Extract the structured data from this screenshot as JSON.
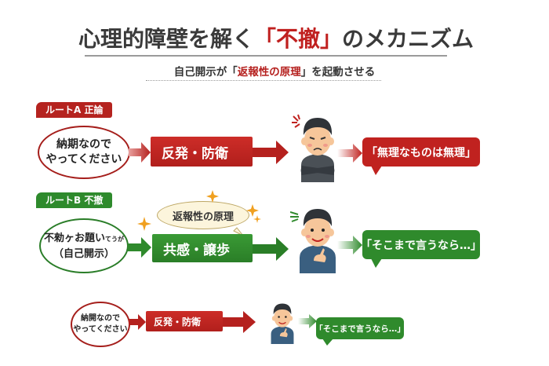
{
  "title": {
    "prefix": "心理的障壁を解く",
    "highlight": "「不撤」",
    "suffix": "のメカニズム"
  },
  "subtitle": {
    "prefix": "自己開示が「",
    "highlight": "返報性の原理",
    "suffix": "」を起動させる"
  },
  "colors": {
    "red": "#c0221f",
    "green": "#2f8a2c",
    "title_text": "#3a3a3a"
  },
  "route_a": {
    "tag": "ルートA 正論",
    "request_line1": "納期なので",
    "request_line2": "やってください",
    "reaction": "反発・防衛",
    "person_icon": "angry-person-arms-crossed-icon",
    "response": "「無理なものは無理」"
  },
  "route_b": {
    "tag": "ルートB 不撤",
    "request_line1": "不勑ヶお題い",
    "request_line1_small": "てうが",
    "request_line2": "（自己開示）",
    "thought_bubble": "返報性の原理",
    "reaction": "共感・譲歩",
    "person_icon": "smiling-person-thumbs-up-icon",
    "response": "「そこまで言うなら…」"
  },
  "route_c": {
    "request_line1": "納開なので",
    "request_line2": "やってください",
    "reaction": "反発・防衛",
    "person_icon": "smiling-person-icon",
    "response": "「そこまで言うなら…」"
  }
}
